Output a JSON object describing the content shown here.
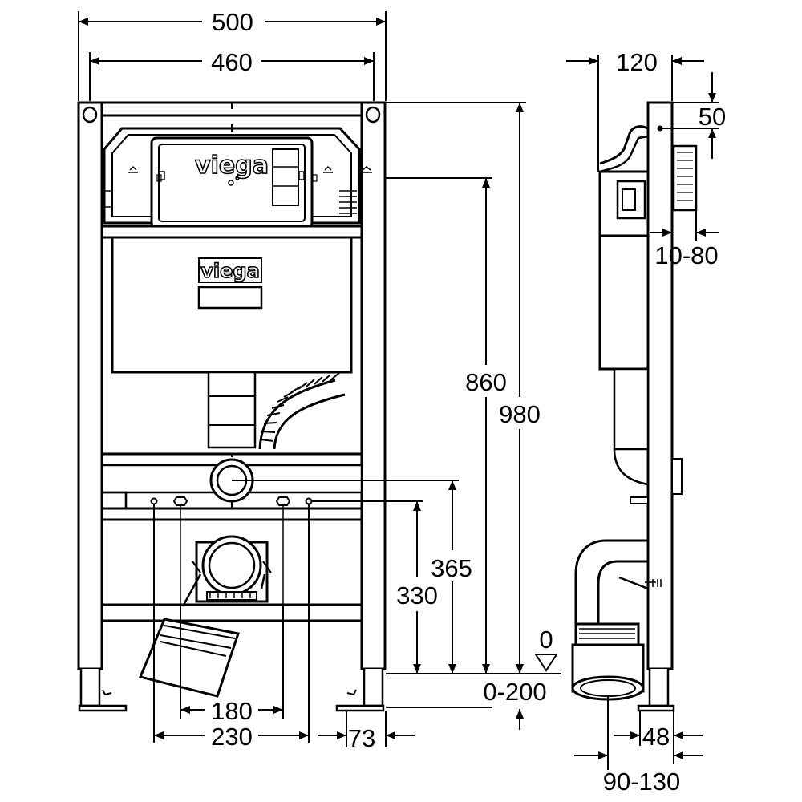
{
  "drawing": {
    "brand": "viega",
    "front_dims": {
      "overall_width": "500",
      "frame_width": "460",
      "cistern_height": "860",
      "overall_height": "980",
      "flush_height": "365",
      "stud_height": "330",
      "floor_level": "0",
      "foot_adjust": "0-200",
      "stud_spacing": "180",
      "rod_spacing": "230",
      "foot_offset": "73"
    },
    "side_dims": {
      "frame_depth": "120",
      "plate_offset": "50",
      "wall_range": "10-80",
      "pipe_offset": "48",
      "outlet_range": "90-130"
    }
  }
}
